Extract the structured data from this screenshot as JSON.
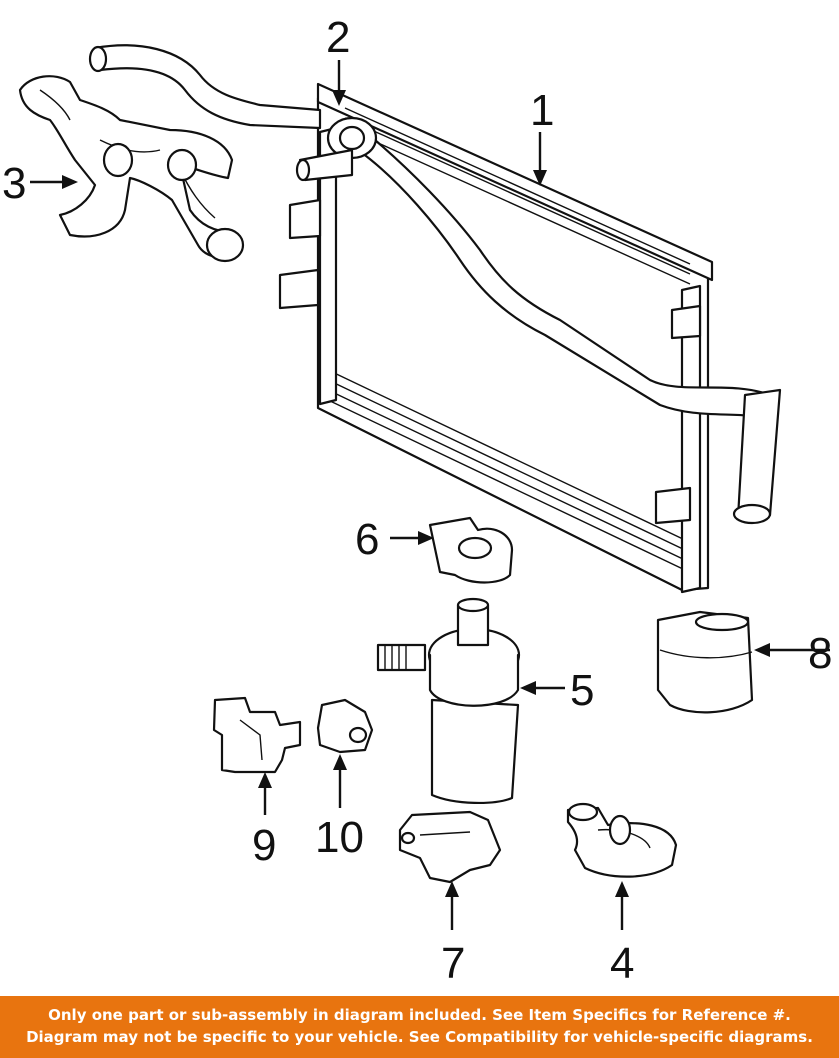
{
  "callouts": [
    "1",
    "2",
    "3",
    "4",
    "5",
    "6",
    "7",
    "8",
    "9",
    "10"
  ],
  "banner": {
    "line1": "Only one part or sub-assembly in diagram included. See Item Specifics for Reference #.",
    "line2": "Diagram may not be specific to your vehicle. See Compatibility for vehicle-specific diagrams."
  },
  "colors": {
    "banner": "#e8740f",
    "line": "#111111"
  }
}
